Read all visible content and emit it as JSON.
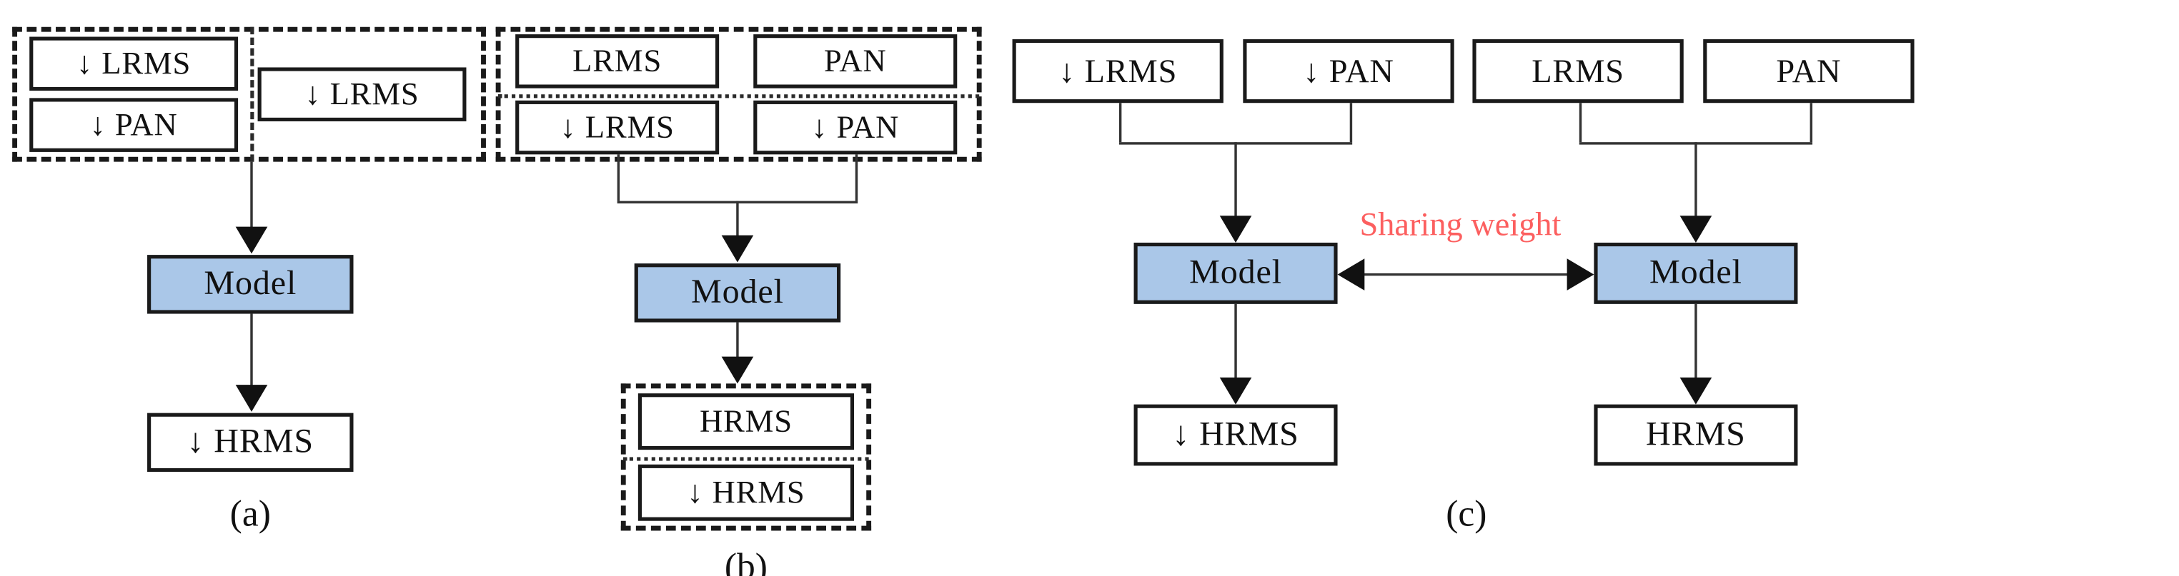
{
  "figure": {
    "title": "Pan-sharpening training paradigms comparison",
    "accent_blue": "#aac7e8",
    "accent_red": "#fc5f5f",
    "line_color": "#333333",
    "border_color": "#1a1a1a"
  },
  "panels": [
    {
      "id": "a",
      "caption": "(a)",
      "input_group_left": [
        {
          "label": "↓ LRMS"
        },
        {
          "label": "↓ PAN"
        }
      ],
      "input_group_right": [
        {
          "label": "↓ LRMS"
        }
      ],
      "model": {
        "label": "Model"
      },
      "outputs": [
        {
          "label": "↓ HRMS"
        }
      ]
    },
    {
      "id": "b",
      "caption": "(b)",
      "input_top_row": [
        {
          "label": "LRMS"
        },
        {
          "label": "PAN"
        }
      ],
      "input_bottom_row": [
        {
          "label": "↓ LRMS"
        },
        {
          "label": "↓ PAN"
        }
      ],
      "model": {
        "label": "Model"
      },
      "output_top_row": [
        {
          "label": "HRMS"
        }
      ],
      "output_bottom_row": [
        {
          "label": "↓ HRMS"
        }
      ]
    },
    {
      "id": "c",
      "caption": "(c)",
      "branch_left_inputs": [
        {
          "label": "↓ LRMS"
        },
        {
          "label": "↓ PAN"
        }
      ],
      "branch_right_inputs": [
        {
          "label": "LRMS"
        },
        {
          "label": "PAN"
        }
      ],
      "model_left": {
        "label": "Model"
      },
      "model_right": {
        "label": "Model"
      },
      "sharing_label": "Sharing weight",
      "output_left": {
        "label": "↓ HRMS"
      },
      "output_right": {
        "label": "HRMS"
      }
    }
  ]
}
